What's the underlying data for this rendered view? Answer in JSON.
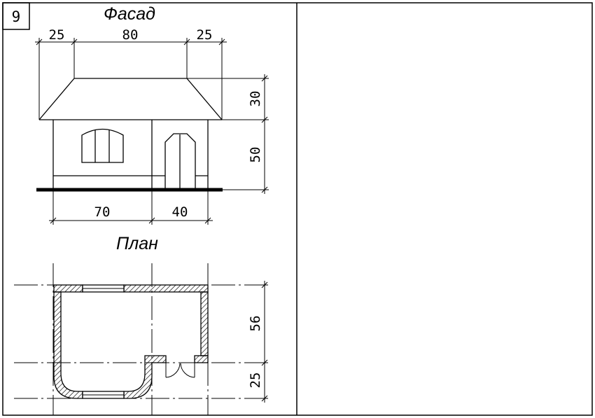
{
  "sheet": {
    "number": "9"
  },
  "facade": {
    "title": "Фасад",
    "dims_top": [
      "25",
      "80",
      "25"
    ],
    "dims_right": [
      "30",
      "50"
    ],
    "dims_bottom": [
      "70",
      "40"
    ]
  },
  "plan": {
    "title": "План",
    "dims_right": [
      "56",
      "25"
    ]
  }
}
